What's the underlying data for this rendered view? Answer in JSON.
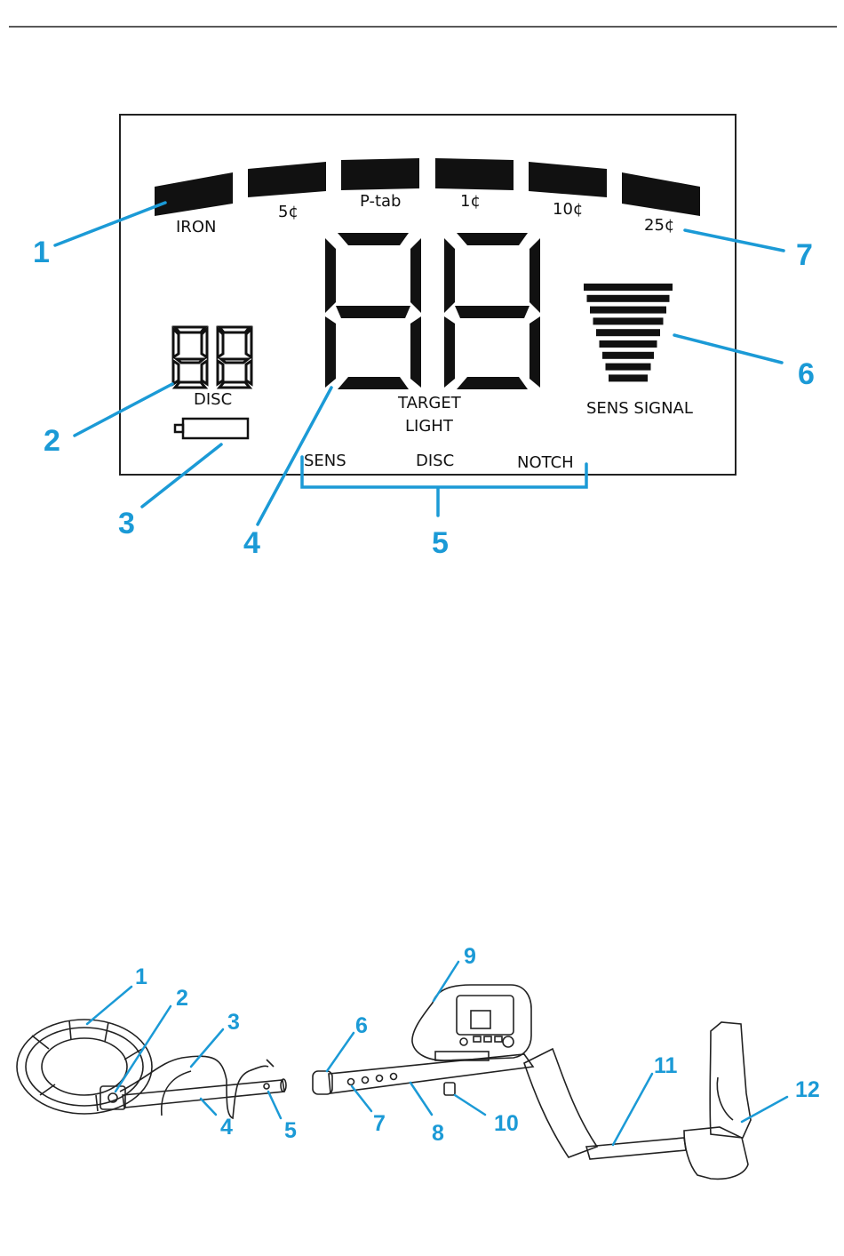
{
  "lcd": {
    "categories": [
      "IRON",
      "5¢",
      "P-tab",
      "1¢",
      "10¢",
      "25¢"
    ],
    "small_digits": "88",
    "small_digits_label": "DISC",
    "big_digits": "88",
    "target_line1": "TARGET",
    "target_line2": "LIGHT",
    "signal_label": "SENS SIGNAL",
    "modes": [
      "SENS",
      "DISC",
      "NOTCH"
    ],
    "signal_bar_count": 9
  },
  "lcd_callouts": [
    "1",
    "2",
    "3",
    "4",
    "5",
    "6",
    "7"
  ],
  "detector_callouts": [
    "1",
    "2",
    "3",
    "4",
    "5",
    "6",
    "7",
    "8",
    "9",
    "10",
    "11",
    "12"
  ],
  "colors": {
    "accent": "#1b9ad6",
    "ink": "#111111"
  }
}
